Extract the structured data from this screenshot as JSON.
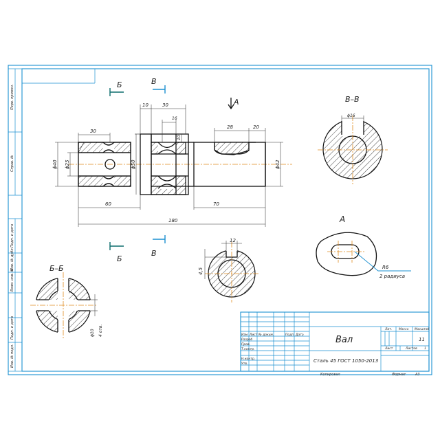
{
  "drawing": {
    "view_labels": {
      "a_top": "A",
      "a_detail": "A",
      "b_top": "Б",
      "b_bottom": "Б",
      "v_top": "В",
      "v_bottom": "В",
      "vv": "В–В",
      "bb": "Б–Б"
    },
    "dims": {
      "d40": "ϕ40",
      "d25": "ϕ25",
      "d50": "ϕ50",
      "d42": "ϕ42",
      "d16": "ϕ16",
      "d10": "ϕ10",
      "l30a": "30",
      "l10": "10",
      "l30b": "30",
      "l16": "16",
      "l10v": "10",
      "l28": "28",
      "l20": "20",
      "l60": "60",
      "l70": "70",
      "l180": "180",
      "l12": "12",
      "l45": "4,5",
      "holes": "4 отв.",
      "r6": "R6",
      "two_radii": "2 радиуса"
    }
  },
  "title_block": {
    "name": "Вал",
    "material": "Сталь 45 ГОСТ 1050-2013",
    "mass": "11",
    "sheet_label": "Лист",
    "sheets_label": "Листов",
    "sheets_value": "1",
    "lit_label": "Лит.",
    "mass_label": "Масса",
    "scale_label": "Масштаб",
    "rows": {
      "izm": "Изм",
      "list": "Лист",
      "doc": "№ докум.",
      "sign": "Подп.",
      "date": "Дата",
      "razrab": "Разраб",
      "prov": "Пров.",
      "tkontr": "Т.контр.",
      "nkontr": "Н.контр.",
      "utv": "Утв."
    },
    "copied": "Копировал",
    "format_label": "Формат",
    "format_value": "А3"
  },
  "side_strip": {
    "perv": "Перв. примен.",
    "sprav": "Справ. №",
    "podp_data1": "Подп. и дата",
    "inv_dubl": "Инв. № дубл.",
    "vzam": "Взам. инв. №",
    "podp_data2": "Подп. и дата",
    "inv_podl": "Инв. № подл."
  }
}
